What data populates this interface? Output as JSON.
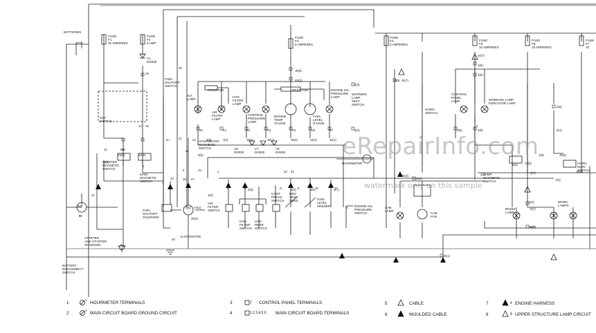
{
  "components": {
    "batteries": "BATTERIES",
    "fuse_f1": "FUSE\nF1\n30 AMPERES",
    "fuse_f2": "FUSE\nF2\n5 AMP",
    "diode_v1": "V1\nDIODE",
    "fuse_f3": "FUSE\nF3\n5 AMPERES",
    "fuse_f4": "FUSE\nF4\n5 AMPERES",
    "fuse_f5": "FUSE\nF5\n10 AMPERES",
    "fuse_f6": "FUSE\nF6\n10 AMPERES",
    "fuse_f7_partial": "FUSE\nF7\n10",
    "key_switch": "KEY\nSWITCH",
    "starter_magnetic_switch": "STARTER\nMAGNETIC\nSWITCH",
    "main_magnetic_switch": "MAIN\nMAGNETIC\nSWITCH",
    "starter_solenoid": "STARTER\nAND STARTER\nSOLENOID",
    "battery_disconnect": "BATTERY\nDISCONNECT\nSWITCH",
    "fuel_shutoff_switch": "FUEL\nSHUTOFF\nSWITCH",
    "fuel_shutoff_solenoid": "FUEL\nSHUTOFF\nSOLENOID",
    "alternator": "ALTERNATOR",
    "alt_lamp": "ALT.\nLAMP",
    "resistor_1": "RESISTOR",
    "resistor_2": "RESISTOR",
    "hourmeter_magnetic_switch": "HOURMETER\nMAGNETIC\nSWITCH",
    "air_filter_lamp": "AIR\nFILTER\nLAMP",
    "hyd_filter_lamp": "HYD.\nFILTER\nLAMP",
    "control_pressure_lamp": "CONTROL\nPRESSURE\nLAMP",
    "engine_temp_gauge": "ENGINE\nTEMP\nGAUGE",
    "fuel_level_gauge": "FUEL\nLEVEL\nGAUGE",
    "engine_oil_pressure_lamp": "ENGINE OIL\nPRESSURE\nLAMP",
    "warning_lamp_test_switch": "WARNING\nLAMP\nTEST\nSWITCH",
    "hourmeter": "HOURMETER",
    "v6_diode": "V6\nDIODE",
    "v7_diode": "V7\nDIODE",
    "v8_diode": "V8\nDIODE",
    "air_filter_switch": "AIR\nFILTER\nSWITCH",
    "hyd_filter_switch": "HYD\nFILTER\nSWITCH",
    "hyd_resr_switch": "HYD\nRESR\nSWITCH",
    "cont_press_switch": "CONT\nPRESS\nSWITCH",
    "eng_temp_send": "ENG\nTEMP\nSEND",
    "fuel_level_sender": "FUEL\nLEVEL\nSENDER",
    "engine_oil_pressure_switch": "ENGINE OIL\nPRESSURE\nSWITCH",
    "horn_switch": "HORN\nSWITCH",
    "control_panel_lamp": "CONTROL\nPANEL\nLAMP",
    "working_lamp_indicator": "WORKING LAMP\nINDICATOR LAMP",
    "lamp_magnetic_switch": "LAMP\nMAGNETIC\nSWITCH",
    "horn_main_switch": "HORN\nMAIN\nSWITCH",
    "cab_lamp": "CAB\nLAMP",
    "cab_fan": "CAB\nFAN",
    "boom_lamp": "BOOM\nLAMP",
    "work_lamps": "WORK\nLAMPS"
  },
  "small_labels": [
    "50",
    "30",
    "15",
    "19",
    "12",
    "11",
    "17",
    "18",
    "16",
    "27",
    "33",
    "26",
    "22",
    "23",
    "25",
    "21",
    "24",
    "20",
    "2",
    "B",
    "D+",
    "W",
    "K1",
    "K2",
    "K3",
    "K5",
    "K6",
    "K7",
    "3(4)",
    "4(4)",
    "4(9)",
    "1(5)",
    "1(9)",
    "2(5)",
    "2(8)",
    "2(6)",
    "1(4)",
    "J1(1)",
    "J1(4)",
    "J4(1)",
    "J4(4)",
    "J5(1)",
    "J5(4)",
    "J6(1)",
    "J6(4)",
    "J(1)",
    "J(9)",
    "1(6)",
    "2(6)",
    "3(3)",
    "3(6)",
    "3(7)",
    "5(1)",
    "5(7)",
    "6(9)",
    "7(3)",
    "2(7)",
    "2(3)",
    "2(3)",
    "J2(3)",
    "J3(3)",
    "J3(5)",
    "J3(9)",
    "J4(7)",
    "J5(7)",
    "J6(9)",
    "X2(3)",
    "X2(9)",
    "X3(9)",
    "3(5)",
    "1(8)",
    "4(8)",
    "5(5)",
    "A4(1)",
    "25(4)",
    "1",
    "3",
    "5",
    "X1",
    "A",
    "H",
    "G",
    "E",
    "M",
    "P",
    "2",
    "4",
    "3"
  ],
  "watermark": {
    "main": "eRepairInfo.com",
    "sub": "watermark only on this sample"
  },
  "legend": [
    {
      "num": "1",
      "sym": "circle-slash",
      "sup": "1",
      "text": "HOURMETER TERMINALS"
    },
    {
      "num": "2",
      "sym": "circle-slash",
      "sup": "4",
      "text": "MAIN CIRCUIT BOARD GROUND CIRCUIT"
    },
    {
      "num": "3",
      "sym": "square",
      "sup": "J",
      "text": "CONTROL PANEL TERMINALS"
    },
    {
      "num": "4",
      "sym": "square",
      "sup": "1,2,3,4,5,6",
      "text": "MAIN CIRCUIT BOARD TERMINALS"
    },
    {
      "num": "5",
      "sym": "triangle-open",
      "sup": "",
      "text": "CABLE"
    },
    {
      "num": "6",
      "sym": "triangle-filled",
      "sup": "",
      "text": "MOULDED CABLE"
    },
    {
      "num": "7",
      "sym": "triangle-filled",
      "sup": "4",
      "text": "ENGINE HARNESS"
    },
    {
      "num": "8",
      "sym": "triangle-open",
      "sup": "8",
      "text": "UPPER STRUCTURE LAMP CIRCUIT"
    }
  ]
}
